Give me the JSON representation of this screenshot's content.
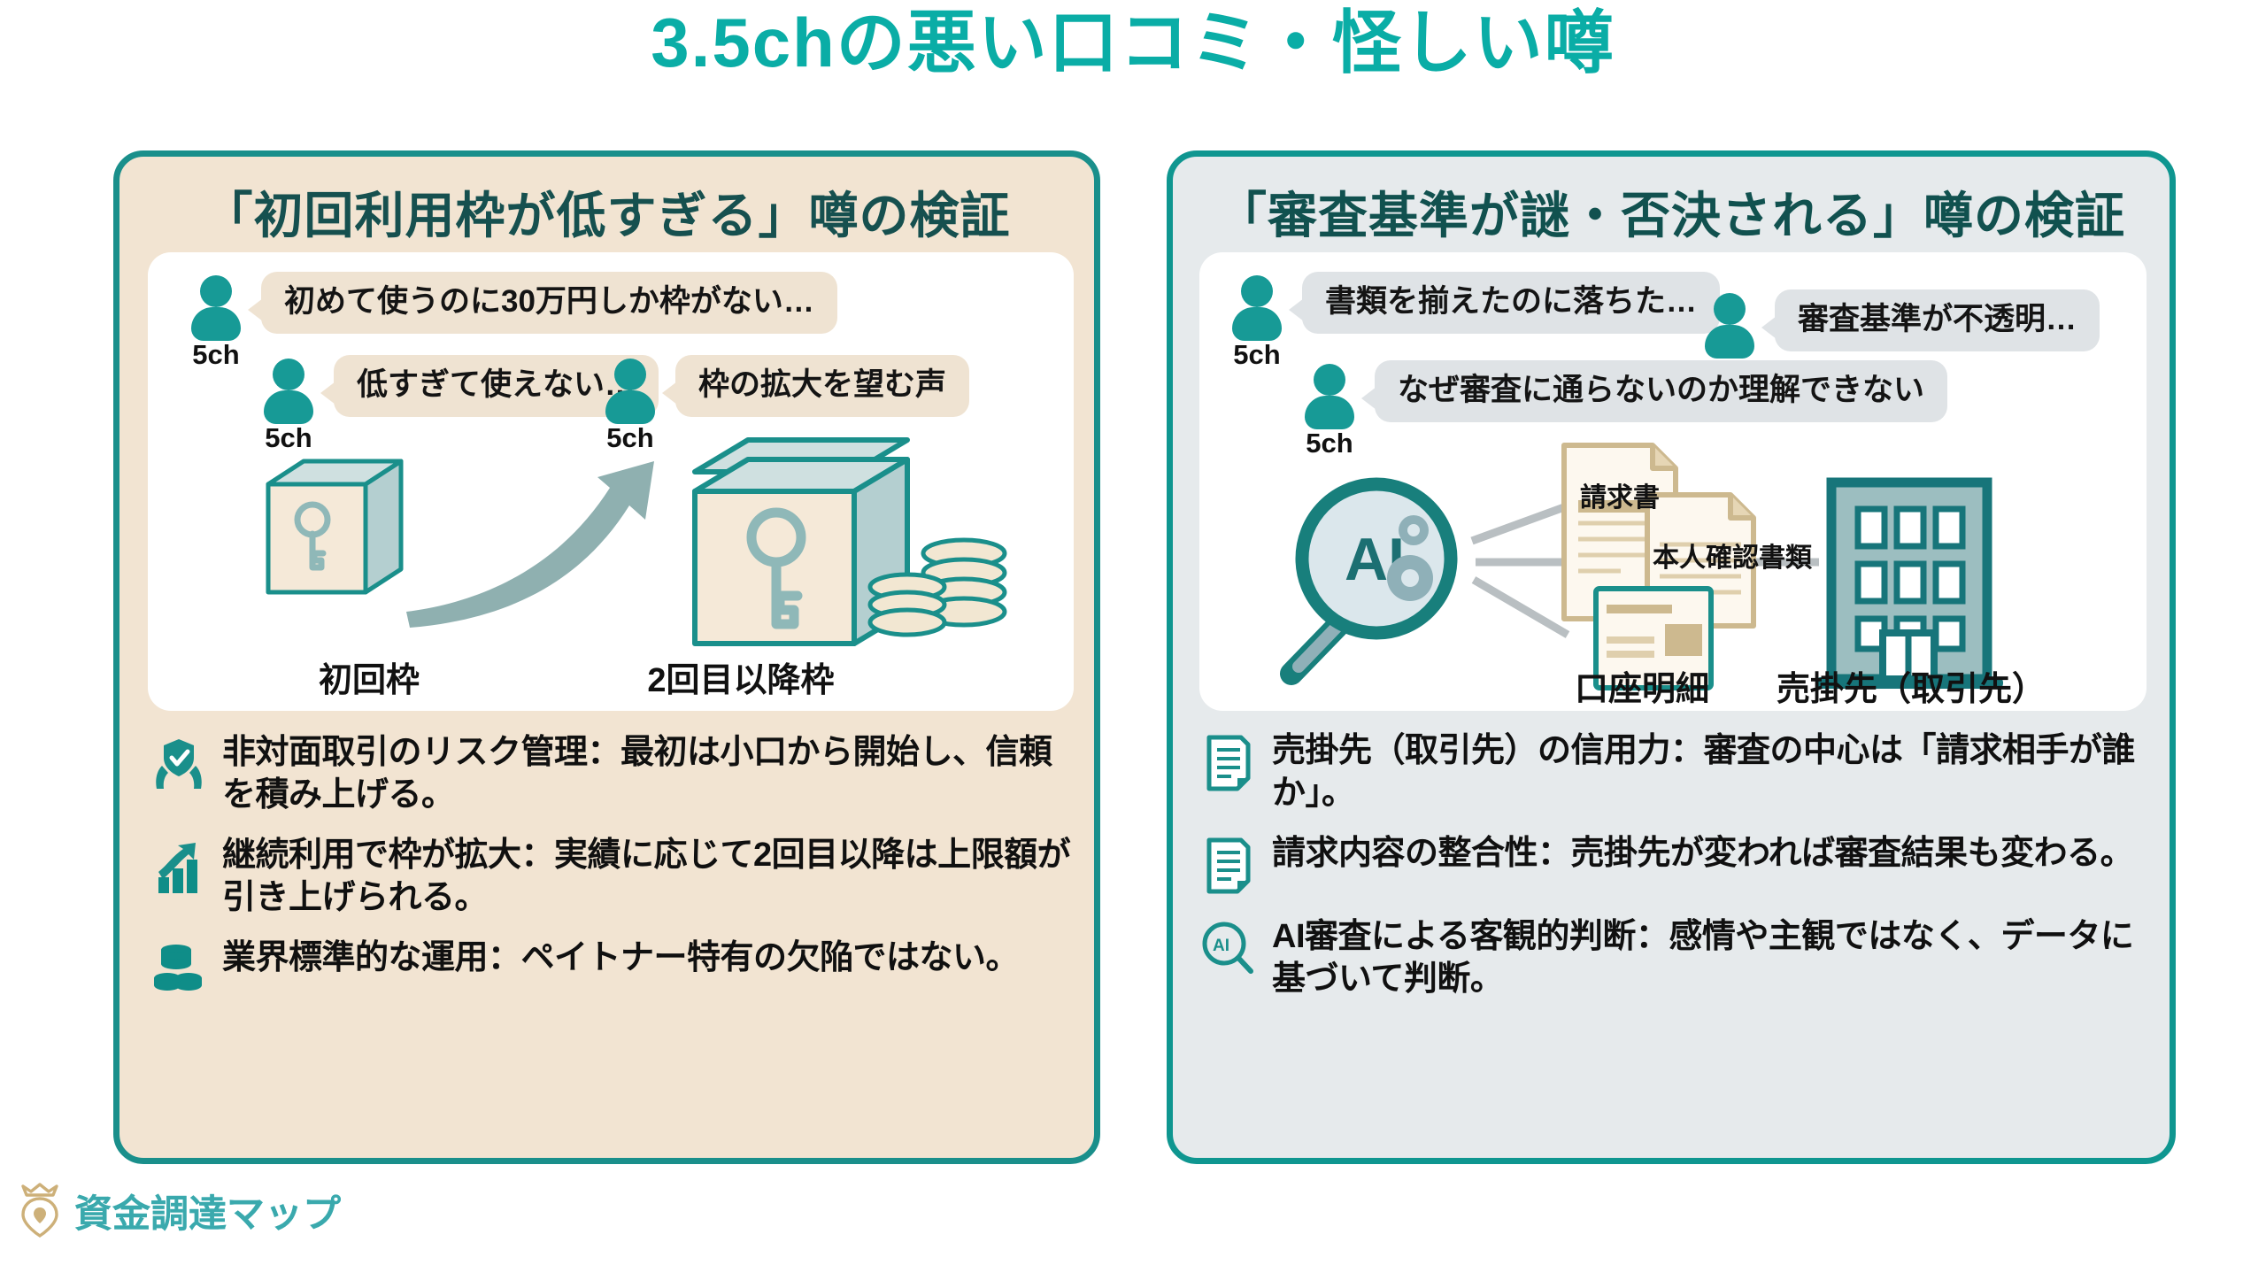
{
  "title": "3.5chの悪い口コミ・怪しい噂",
  "colors": {
    "title_teal": "#0aada6",
    "panel_left_bg": "#f2e4d2",
    "panel_right_bg": "#e6eaec",
    "border_teal": "#1a8f8b",
    "heading_dark_teal": "#16504f",
    "avatar_teal": "#179a96",
    "icon_teal": "#1a8f8b",
    "logo_gold": "#cdb079"
  },
  "left_panel": {
    "heading": "「初回利用枠が低すぎる」噂の検証",
    "quotes": [
      {
        "source": "5ch",
        "text": "初めて使うのに30万円しか枠がない…"
      },
      {
        "source": "5ch",
        "text": "低すぎて使えない…"
      },
      {
        "source": "5ch",
        "text": "枠の拡大を望む声"
      }
    ],
    "illustration": {
      "small_box_label": "初回枠",
      "large_box_label": "2回目以降枠"
    },
    "bullets": [
      {
        "icon": "hands-shield-check-icon",
        "text": "非対面取引のリスク管理：最初は小口から開始し、信頼を積み上げる。"
      },
      {
        "icon": "growth-bar-chart-icon",
        "text": "継続利用で枠が拡大：実績に応じて2回目以降は上限額が引き上げられる。"
      },
      {
        "icon": "coins-stack-icon",
        "text": "業界標準的な運用：ペイトナー特有の欠陥ではない。"
      }
    ]
  },
  "right_panel": {
    "heading": "「審査基準が謎・否決される」噂の検証",
    "quotes": [
      {
        "source": "5ch",
        "text": "書類を揃えたのに落ちた…"
      },
      {
        "source": "5ch",
        "text": "審査基準が不透明…"
      },
      {
        "source": "5ch",
        "text": "なぜ審査に通らないのか理解できない"
      }
    ],
    "illustration": {
      "magnifier_label": "AI",
      "doc_invoice": "請求書",
      "doc_identity": "本人確認書類",
      "doc_bank": "口座明細",
      "building_label": "売掛先（取引先）"
    },
    "bullets": [
      {
        "icon": "document-icon",
        "text": "売掛先（取引先）の信用力：審査の中心は「請求相手が誰か」。"
      },
      {
        "icon": "document-lines-icon",
        "text": "請求内容の整合性：売掛先が変われば審査結果も変わる。"
      },
      {
        "icon": "ai-magnifier-icon",
        "text": "AI審査による客観的判断：感情や主観ではなく、データに基づいて判断。"
      }
    ]
  },
  "footer": {
    "logo_text": "資金調達マップ",
    "logo_icon": "crown-pin-icon"
  }
}
